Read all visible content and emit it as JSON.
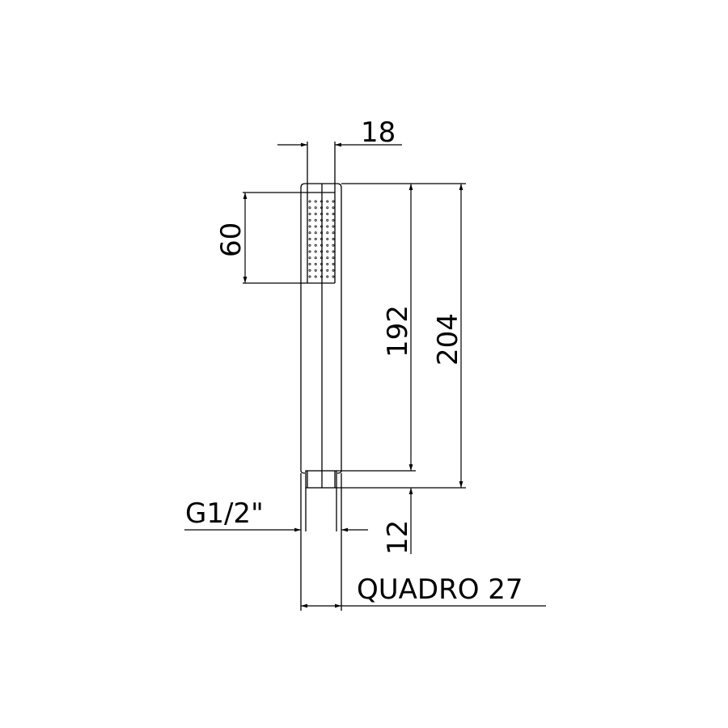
{
  "dimensions": {
    "width_top": "18",
    "spray_height": "60",
    "body_length": "192",
    "total_length": "204",
    "connector_length": "12",
    "thread": "G1/2\"",
    "section": "QUADRO 27"
  },
  "spray_dots": {
    "columns": 5,
    "rows": 13
  }
}
